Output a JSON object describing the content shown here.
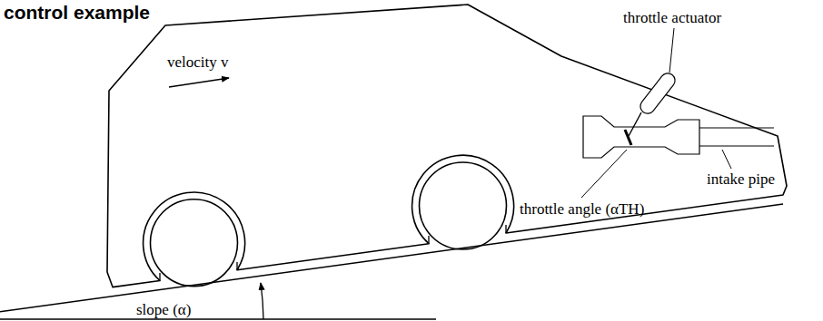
{
  "diagram": {
    "title": "control example",
    "labels": [
      "velocity v",
      "throttle actuator",
      "intake pipe",
      "throttle angle (αTH)",
      "slope (α)"
    ]
  }
}
